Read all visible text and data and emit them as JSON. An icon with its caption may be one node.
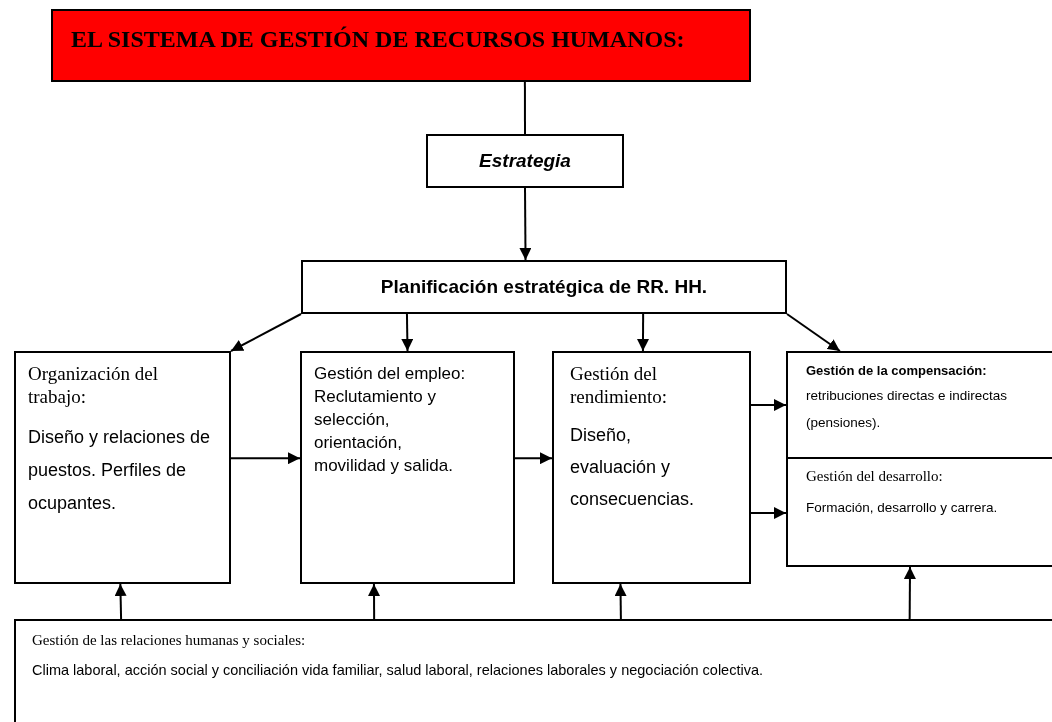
{
  "diagram": {
    "nodes": [
      {
        "text": [
          "EL SISTEMA DE GESTIÓN DE RECURSOS HUMANOS:"
        ]
      },
      {
        "text": [
          "Estrategia"
        ]
      },
      {
        "text": [
          "Planificación estratégica de RR. HH."
        ]
      },
      {
        "text": [
          "Organización del trabajo:",
          "Diseño y relaciones de puestos. Perfiles de ocupantes."
        ]
      },
      {
        "text": [
          "Gestión del empleo: Reclutamiento y selección, orientación, movilidad y salida."
        ]
      },
      {
        "text": [
          "Gestión del rendimiento:",
          "Diseño, evaluación y consecuencias."
        ]
      },
      {
        "text": [
          "Gestión de la compensación:",
          "retribuciones directas e indirectas (pensiones)."
        ]
      },
      {
        "text": [
          "Gestión del desarrollo:",
          "Formación, desarrollo y carrera."
        ]
      },
      {
        "text": [
          "Gestión de las relaciones humanas y sociales:",
          "Clima laboral, acción social y conciliación vida familiar, salud laboral, relaciones laborales y negociación colectiva."
        ]
      }
    ],
    "edges": [
      {
        "from": 0,
        "to": 1,
        "arrow": "none"
      },
      {
        "from": 1,
        "to": 2,
        "arrow": "to"
      },
      {
        "from": 2,
        "to": 3,
        "arrow": "to"
      },
      {
        "from": 2,
        "to": 4,
        "arrow": "to"
      },
      {
        "from": 2,
        "to": 5,
        "arrow": "to"
      },
      {
        "from": 2,
        "to": 6,
        "arrow": "to"
      },
      {
        "from": 3,
        "to": 4,
        "arrow": "to"
      },
      {
        "from": 4,
        "to": 5,
        "arrow": "to"
      },
      {
        "from": 5,
        "to": 6,
        "arrow": "to"
      },
      {
        "from": 5,
        "to": 7,
        "arrow": "to"
      },
      {
        "from": 8,
        "to": 3,
        "arrow": "to"
      },
      {
        "from": 8,
        "to": 4,
        "arrow": "to"
      },
      {
        "from": 8,
        "to": 5,
        "arrow": "to"
      },
      {
        "from": 8,
        "to": 7,
        "arrow": "to"
      }
    ]
  }
}
